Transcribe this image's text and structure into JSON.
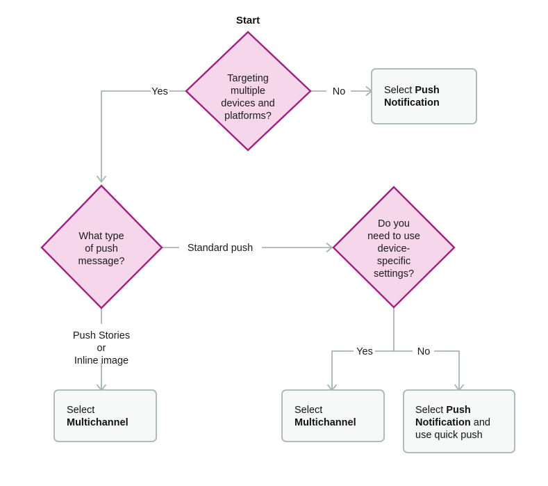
{
  "diagram": {
    "title": "Start",
    "palette": {
      "diamond_fill": "#f6d6ea",
      "diamond_stroke": "#a01f7f",
      "box_fill": "#f7f9f9",
      "box_stroke": "#a7b4b7",
      "connector": "#a7b4b7",
      "text": "#111111",
      "background": "#ffffff"
    },
    "decisions": [
      {
        "id": "targeting",
        "lines": [
          "Targeting",
          "multiple",
          "devices and",
          "platforms?"
        ]
      },
      {
        "id": "push-type",
        "lines": [
          "What type",
          "of push",
          "message?"
        ]
      },
      {
        "id": "device-settings",
        "lines": [
          "Do you",
          "need to use",
          "device-",
          "specific",
          "settings?"
        ]
      }
    ],
    "outcomes": [
      {
        "id": "push-notification",
        "lines": [
          [
            {
              "t": "Select ",
              "bold": false
            },
            {
              "t": "Push",
              "bold": true
            }
          ],
          [
            {
              "t": "Notification",
              "bold": true
            }
          ]
        ]
      },
      {
        "id": "multichannel-left",
        "lines": [
          [
            {
              "t": "Select",
              "bold": false
            }
          ],
          [
            {
              "t": "Multichannel",
              "bold": true
            }
          ]
        ]
      },
      {
        "id": "multichannel-middle",
        "lines": [
          [
            {
              "t": "Select",
              "bold": false
            }
          ],
          [
            {
              "t": "Multichannel",
              "bold": true
            }
          ]
        ]
      },
      {
        "id": "push-notification-quick",
        "lines": [
          [
            {
              "t": "Select ",
              "bold": false
            },
            {
              "t": "Push",
              "bold": true
            }
          ],
          [
            {
              "t": "Notification",
              "bold": true
            },
            {
              "t": " and",
              "bold": false
            }
          ],
          [
            {
              "t": "use quick push",
              "bold": false
            }
          ]
        ]
      }
    ],
    "edge_labels": {
      "targeting_yes": "Yes",
      "targeting_no": "No",
      "standard_push": "Standard push",
      "push_stories": [
        "Push Stories",
        "or",
        "Inline image"
      ],
      "device_yes": "Yes",
      "device_no": "No"
    }
  }
}
